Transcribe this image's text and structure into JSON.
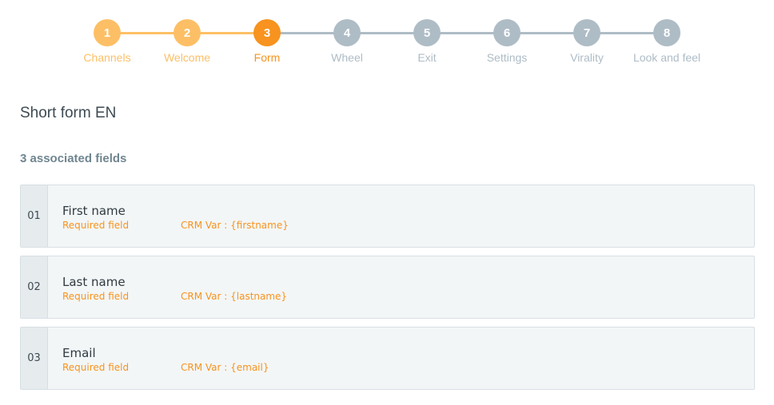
{
  "stepper": {
    "steps": [
      {
        "number": "1",
        "label": "Channels",
        "state": "done"
      },
      {
        "number": "2",
        "label": "Welcome",
        "state": "done"
      },
      {
        "number": "3",
        "label": "Form",
        "state": "active"
      },
      {
        "number": "4",
        "label": "Wheel",
        "state": "todo"
      },
      {
        "number": "5",
        "label": "Exit",
        "state": "todo"
      },
      {
        "number": "6",
        "label": "Settings",
        "state": "todo"
      },
      {
        "number": "7",
        "label": "Virality",
        "state": "todo"
      },
      {
        "number": "8",
        "label": "Look and feel",
        "state": "todo"
      }
    ],
    "colors": {
      "done": "#fdbf65",
      "active": "#f7931e",
      "todo": "#aebcc6"
    }
  },
  "form": {
    "title": "Short form EN",
    "fields_count_label": "3 associated fields",
    "fields": [
      {
        "index": "01",
        "name": "First name",
        "required_label": "Required field",
        "crm_var": "CRM Var : {firstname}"
      },
      {
        "index": "02",
        "name": "Last name",
        "required_label": "Required field",
        "crm_var": "CRM Var : {lastname}"
      },
      {
        "index": "03",
        "name": "Email",
        "required_label": "Required field",
        "crm_var": "CRM Var : {email}"
      }
    ]
  }
}
